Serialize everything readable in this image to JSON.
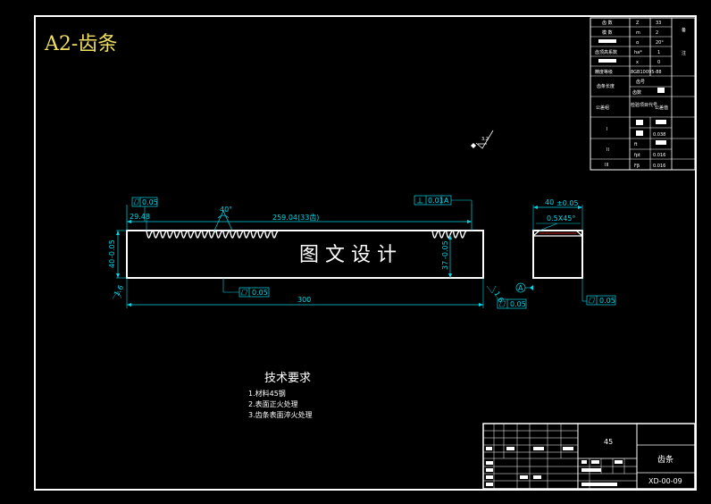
{
  "title": "A2-齿条",
  "watermark": "图 文 设 计",
  "roughness": "3.2",
  "dimensions": {
    "pitch_length": "259.04(33齿)",
    "tooth_angle": "40°",
    "left_offset": "29.48",
    "total_length": "300",
    "height": "40",
    "height_tol": "-0.05",
    "pitch_height": "37",
    "pitch_tol": "-0.05",
    "side_width": "40",
    "side_width_tol": "±0.05",
    "chamfer": "0.5X45°",
    "left_angle": "1.6",
    "right_angle": "1.6",
    "datum": "A"
  },
  "tolerances": {
    "top_flat": "0.05",
    "top_perp": "0.01",
    "top_perp_ref": "A",
    "bottom_flat": "0.05",
    "right_flat": "0.05",
    "side_flat": "0.05"
  },
  "tech": {
    "heading": "技术要求",
    "items": [
      "1.材料45钢",
      "2.表面正火处理",
      "3.齿条表面淬火处理"
    ]
  },
  "param_table": {
    "rows": [
      {
        "k": "齿 数",
        "s": "Z",
        "v": "33"
      },
      {
        "k": "模 数",
        "s": "m",
        "v": "2"
      },
      {
        "k": "",
        "s": "α",
        "v": "20°"
      },
      {
        "k": "齿顶高系数",
        "s": "ha*",
        "v": "1"
      },
      {
        "k": "",
        "s": "x",
        "v": "0"
      },
      {
        "k": "精度等级",
        "s": "",
        "v": "8GB10095-88"
      },
      {
        "k": "齿条长度",
        "s": "齿号",
        "v": ""
      },
      {
        "k": "",
        "s": "齿数",
        "v": ""
      },
      {
        "k": "公差组",
        "s": "检验项目代号",
        "v": "公差值"
      },
      {
        "k": "I",
        "s": "",
        "v": "0.038"
      },
      {
        "k": "II",
        "s": "fpt",
        "v": "0.016"
      },
      {
        "k": "III",
        "s": "Fβ",
        "v": "0.016"
      }
    ],
    "side_label_1": "备",
    "side_label_2": "注"
  },
  "title_block": {
    "material": "45",
    "name": "齿条",
    "code": "XD-00-09"
  }
}
